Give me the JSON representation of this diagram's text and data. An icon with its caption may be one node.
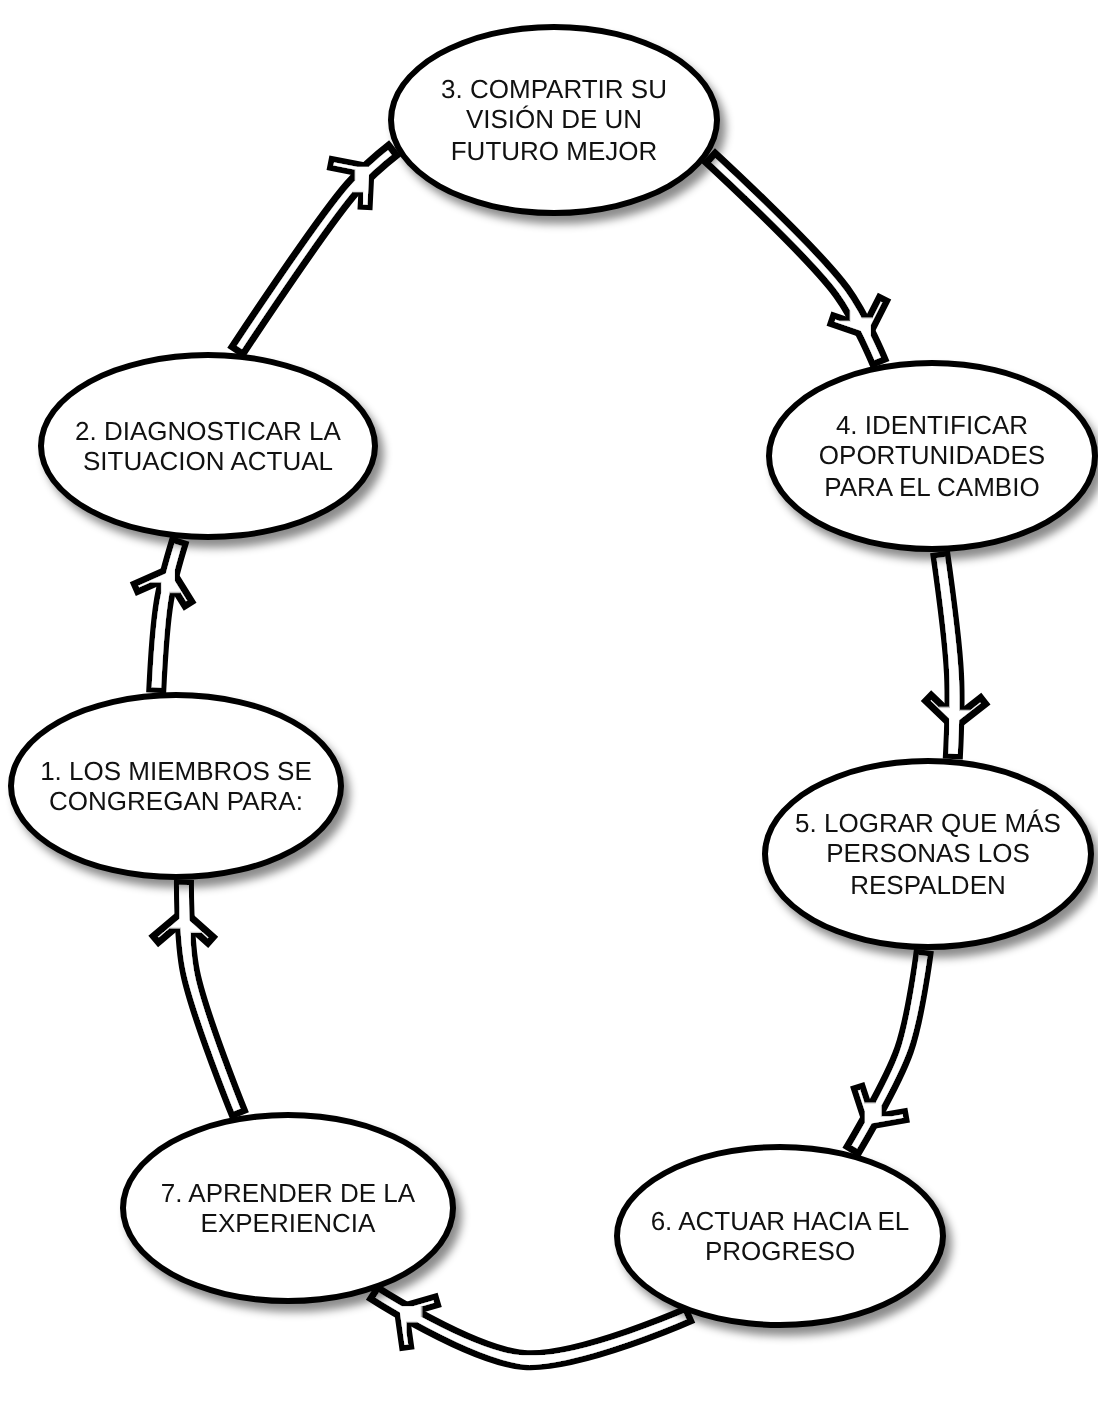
{
  "diagram": {
    "nodes": [
      {
        "text": [
          "1. LOS MIEMBROS SE CONGREGAN PARA:"
        ]
      },
      {
        "text": [
          "2. DIAGNOSTICAR LA SITUACION ACTUAL"
        ]
      },
      {
        "text": [
          "3. COMPARTIR SU VISIÓN DE UN FUTURO MEJOR"
        ]
      },
      {
        "text": [
          "4. IDENTIFICAR OPORTUNIDADES PARA EL CAMBIO"
        ]
      },
      {
        "text": [
          "5. LOGRAR QUE MÁS PERSONAS LOS RESPALDEN"
        ]
      },
      {
        "text": [
          "6. ACTUAR HACIA EL PROGRESO"
        ]
      },
      {
        "text": [
          "7. APRENDER DE LA EXPERIENCIA"
        ]
      }
    ],
    "edges": [
      {
        "from": 0,
        "to": 1,
        "arrow": "to"
      },
      {
        "from": 1,
        "to": 2,
        "arrow": "to"
      },
      {
        "from": 2,
        "to": 3,
        "arrow": "to"
      },
      {
        "from": 3,
        "to": 4,
        "arrow": "to"
      },
      {
        "from": 4,
        "to": 5,
        "arrow": "to"
      },
      {
        "from": 5,
        "to": 6,
        "arrow": "to"
      },
      {
        "from": 6,
        "to": 0,
        "arrow": "to"
      }
    ]
  }
}
